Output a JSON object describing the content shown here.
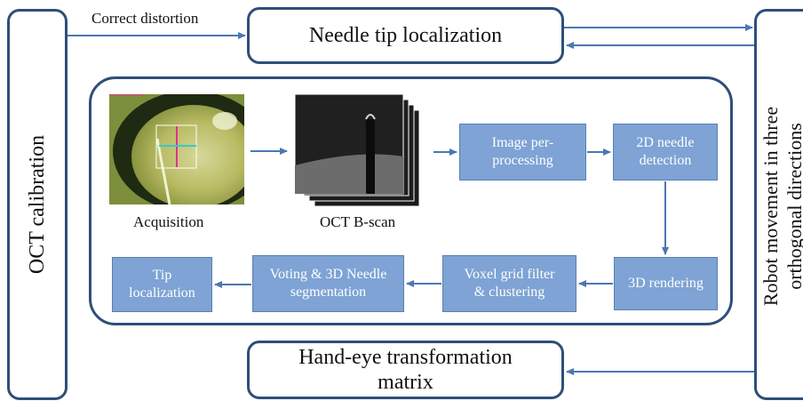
{
  "left_box": {
    "label": "OCT calibration"
  },
  "right_box": {
    "lines": [
      "Robot movement in three",
      "orthogonal directions"
    ]
  },
  "top_box": {
    "label": "Needle tip localization"
  },
  "bottom_box": {
    "lines": [
      "Hand-eye transformation",
      "matrix"
    ]
  },
  "edge_label": "Correct distortion",
  "images": {
    "acquisition_caption": "Acquisition",
    "bscan_caption": "OCT B-scan"
  },
  "steps": {
    "preprocessing": [
      "Image per-",
      "processing"
    ],
    "detection": [
      "2D needle",
      "detection"
    ],
    "rendering": [
      "3D rendering"
    ],
    "voxel": [
      "Voxel grid filter",
      "& clustering"
    ],
    "voting": [
      "Voting & 3D Needle",
      "segmentation"
    ],
    "tip": [
      "Tip",
      "localization"
    ]
  },
  "colors": {
    "outline": "#2f4e7a",
    "arrow": "#4b78b4",
    "step_fill": "#7ea3d4"
  }
}
